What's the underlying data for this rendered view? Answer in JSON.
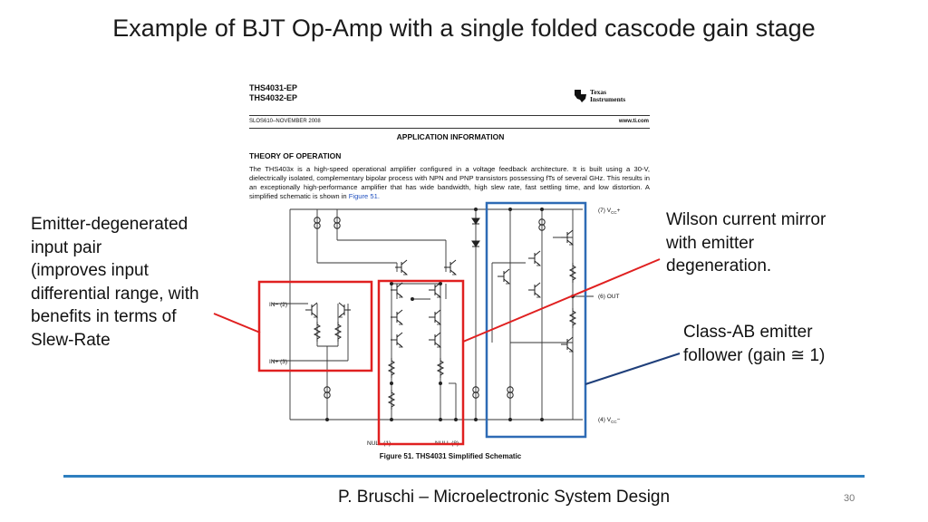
{
  "slide": {
    "title": "Example of BJT Op-Amp with a single folded cascode gain stage",
    "footer": "P. Bruschi – Microelectronic System Design",
    "page_number": "30"
  },
  "annotations": {
    "left": [
      "Emitter-degenerated",
      "input pair",
      "(improves input",
      "differential range, with",
      "benefits in terms of",
      "Slew-Rate"
    ],
    "wilson": [
      "Wilson current mirror",
      "with emitter",
      "degeneration."
    ],
    "classab": [
      "Class-AB emitter",
      "follower (gain ≅ 1)"
    ]
  },
  "datasheet": {
    "part_line1": "THS4031-EP",
    "part_line2": "THS4032-EP",
    "logo_line1": "Texas",
    "logo_line2": "Instruments",
    "doc_id": "SLOS610–NOVEMBER 2008",
    "website": "www.ti.com",
    "section_header": "APPLICATION INFORMATION",
    "subsection": "THEORY OF OPERATION",
    "paragraph": "The THS403x is a high-speed operational amplifier configured in a voltage feedback architecture. It is built using a 30-V, dielectrically isolated, complementary bipolar process with NPN and PNP transistors possessing fTs of several GHz. This results in an exceptionally high-performance amplifier that has wide bandwidth, high slew rate, fast settling time, and low distortion. A simplified schematic is shown in",
    "figure_ref": "Figure 51.",
    "caption": "Figure 51. THS4031 Simplified Schematic",
    "pins": {
      "vcc_plus": "(7) V",
      "vcc_plus_sub": "CC",
      "vcc_plus_sign": "+",
      "out": "(6) OUT",
      "vcc_minus": "(4) V",
      "vcc_minus_sub": "CC",
      "vcc_minus_sign": "−",
      "in_minus": "IN− (2)",
      "in_plus": "IN+ (3)",
      "null1": "NULL (1)",
      "null8": "NULL (8)"
    }
  },
  "colors": {
    "highlight_red": "#e02020",
    "highlight_blue": "#2e6bb5",
    "pointer_navy": "#1f3f7a",
    "footer_rule": "#2e7fbf"
  },
  "icons": {
    "logo": "texas-instruments-logo",
    "transistor": "bjt-transistor-icon",
    "current_source": "current-source-icon",
    "diode": "diode-icon",
    "resistor": "resistor-icon"
  }
}
